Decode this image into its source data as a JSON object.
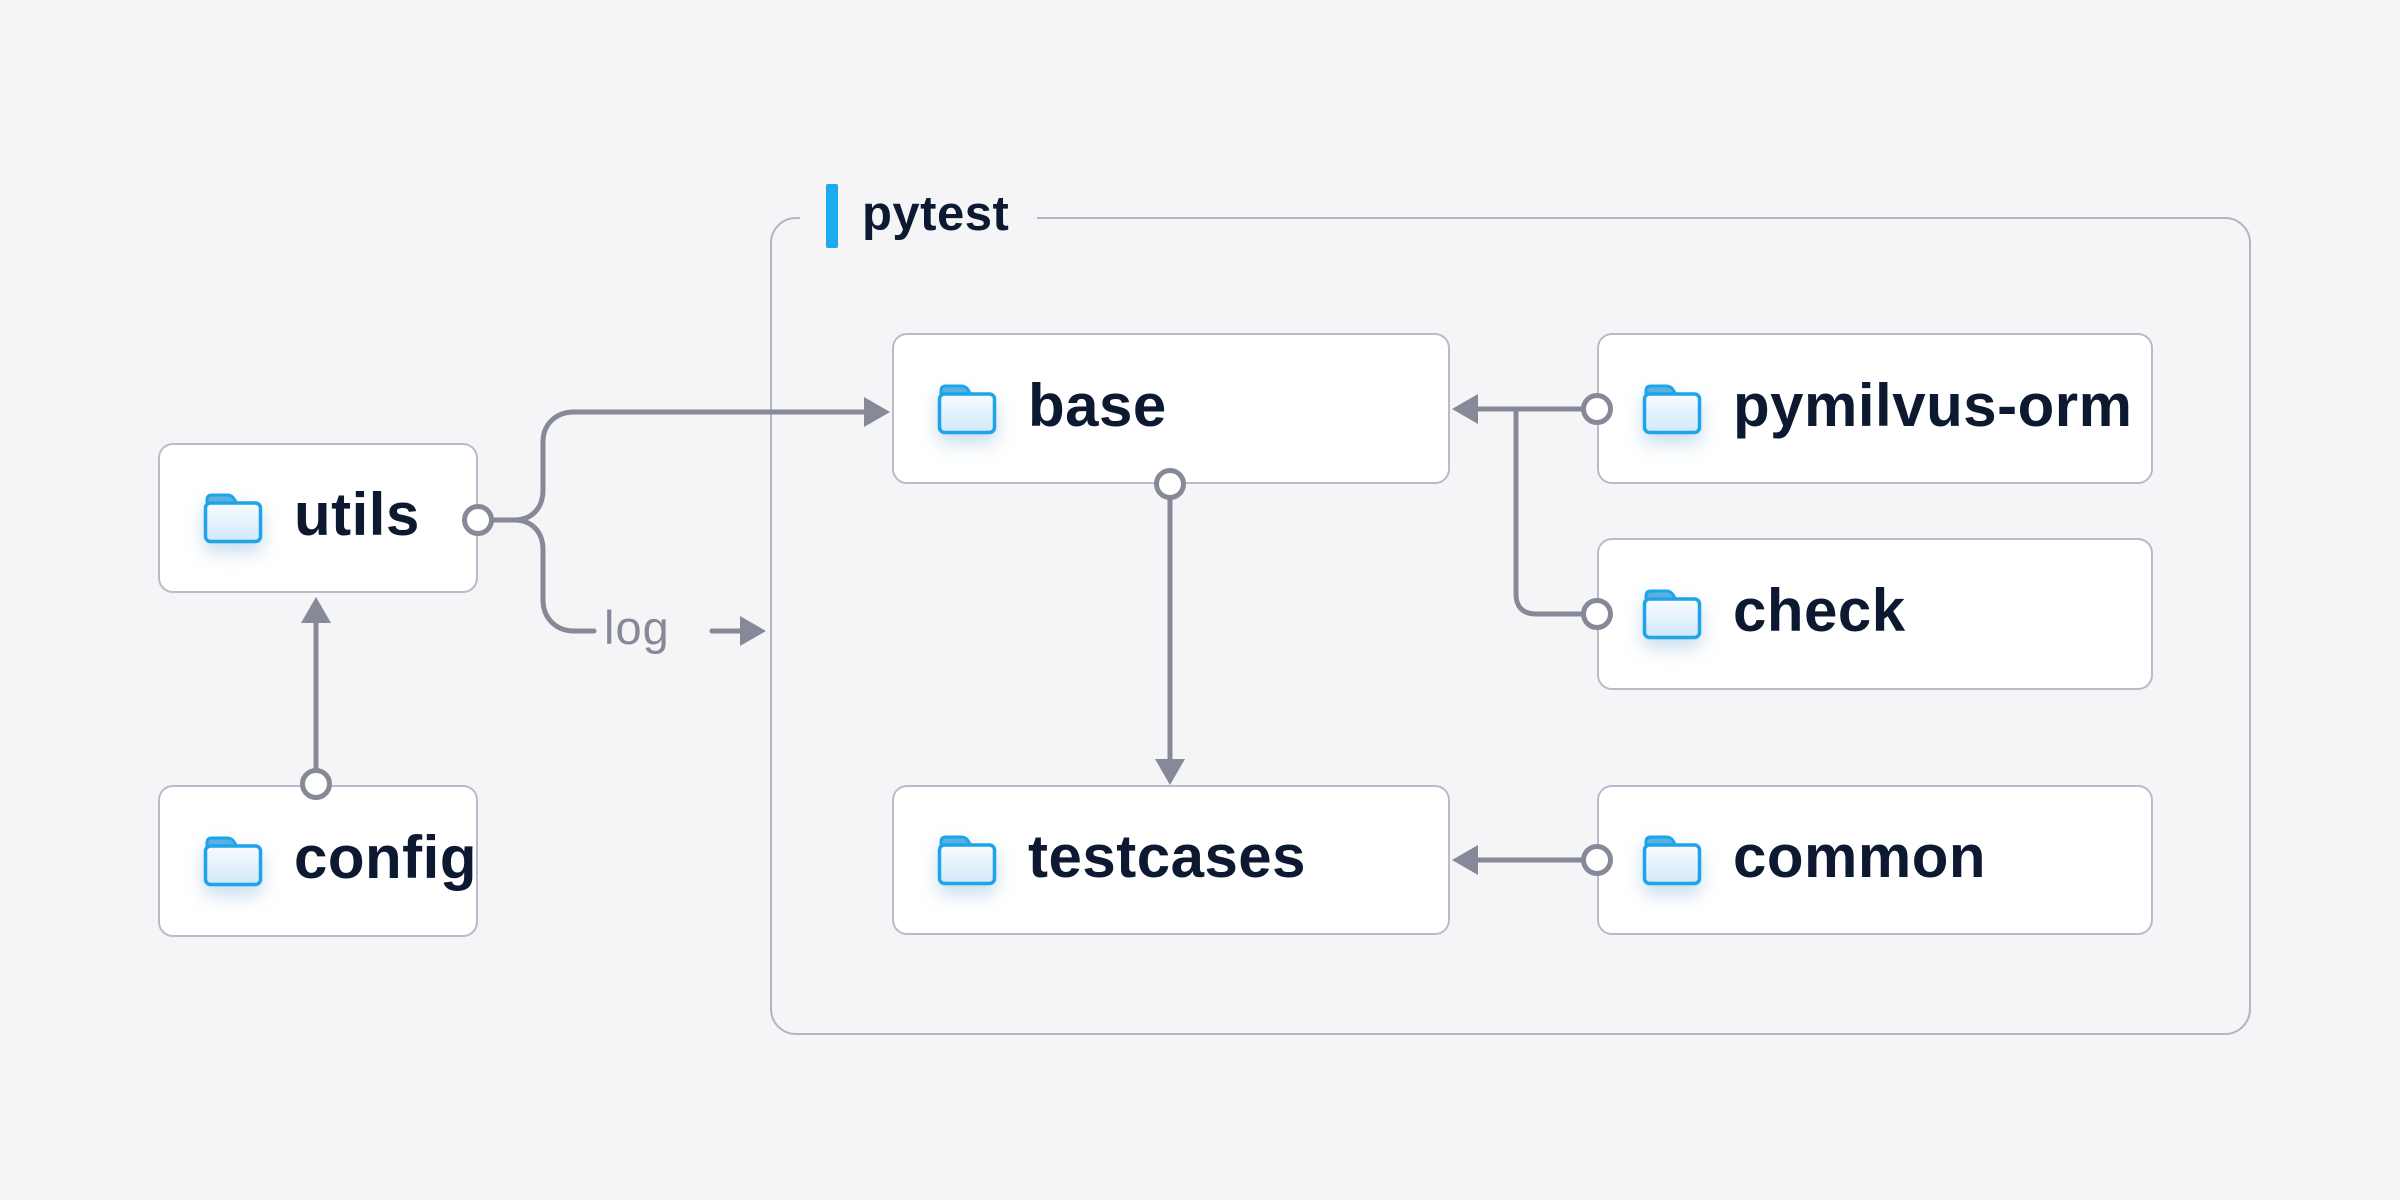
{
  "diagram": {
    "group": {
      "label": "pytest",
      "accent_color": "#1caaf0",
      "border_color": "#b2b4c1"
    },
    "nodes": {
      "utils": {
        "label": "utils",
        "icon": "folder-icon"
      },
      "config": {
        "label": "config",
        "icon": "folder-icon"
      },
      "base": {
        "label": "base",
        "icon": "folder-icon"
      },
      "pymilvus": {
        "label": "pymilvus-orm",
        "icon": "folder-icon"
      },
      "check": {
        "label": "check",
        "icon": "folder-icon"
      },
      "testcases": {
        "label": "testcases",
        "icon": "folder-icon"
      },
      "common": {
        "label": "common",
        "icon": "folder-icon"
      }
    },
    "edge_label": "log",
    "edges": [
      "config -> utils",
      "utils -> base",
      "utils -> log (into pytest group)",
      "pymilvus-orm -> base",
      "check -> base",
      "base -> testcases",
      "common -> testcases"
    ],
    "colors": {
      "background": "#f5f5f7",
      "connector": "#858998",
      "node_border": "#b9bbc9",
      "group_border": "#b2b4c1",
      "text": "#0d1930",
      "edge_label_text": "#858998",
      "folder_outline": "#1ea4e8",
      "folder_tab": "#5ab1e0",
      "folder_body_light": "#f7fbfe",
      "folder_body_dark": "#d2e8f8",
      "accent_bar": "#1caaf0"
    }
  }
}
